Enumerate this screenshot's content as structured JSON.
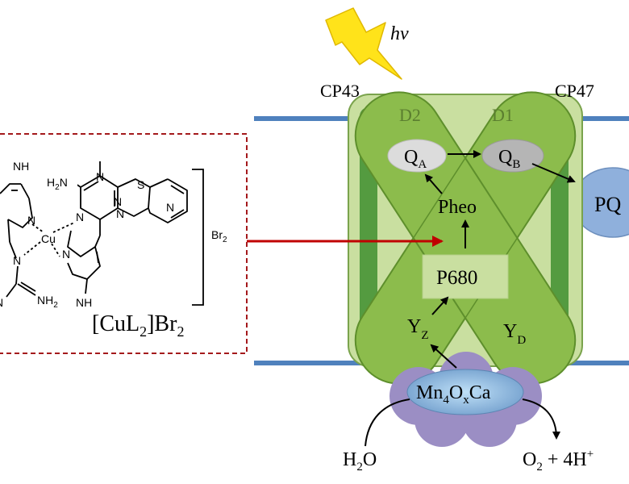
{
  "light": {
    "label": "hv"
  },
  "proteins": {
    "cp43": "CP43",
    "cp47": "CP47",
    "d2": "D2",
    "d1": "D1"
  },
  "cofactors": {
    "qa_main": "Q",
    "qa_sub": "A",
    "qb_main": "Q",
    "qb_sub": "B",
    "pheo": "Pheo",
    "p680": "P680",
    "yz_main": "Y",
    "yz_sub": "Z",
    "yd_main": "Y",
    "yd_sub": "D",
    "pq": "PQ"
  },
  "oec": {
    "mn": "Mn",
    "n4": "4",
    "o": "O",
    "nx": "x",
    "ca": "Ca"
  },
  "water": {
    "h2o_h": "H",
    "h2o_2": "2",
    "h2o_o": "O"
  },
  "products": {
    "o": "O",
    "o_2": "2",
    "rest": " + 4H",
    "plus": "+"
  },
  "complex": {
    "formula_cu": "[CuL",
    "formula_2a": "2",
    "formula_br": "]Br",
    "formula_2b": "2",
    "br2_br": "Br",
    "br2_2": "2",
    "atoms": {
      "nh_top": "NH",
      "h2n": "H2N",
      "n1": "N",
      "n2": "N",
      "n3": "N",
      "n4": "N",
      "n5": "N",
      "n_left": "N",
      "n_mid": "N",
      "n_bot": "N",
      "s": "S",
      "cu": "Cu",
      "nh2": "NH2",
      "n_far": "N",
      "nh_bot": "NH"
    }
  },
  "colors": {
    "membrane": "#4f81bd",
    "protein_light": "#c9dfa0",
    "protein_mid": "#8cbc4c",
    "protein_dark": "#549b40",
    "oec_purple": "#9b8ec4",
    "oec_blue": "#7ea9d6",
    "pq": "#8fb0dc",
    "dashed_box": "#a4191c",
    "arrow_red": "#c00000",
    "lightning": "#ffe31a"
  }
}
